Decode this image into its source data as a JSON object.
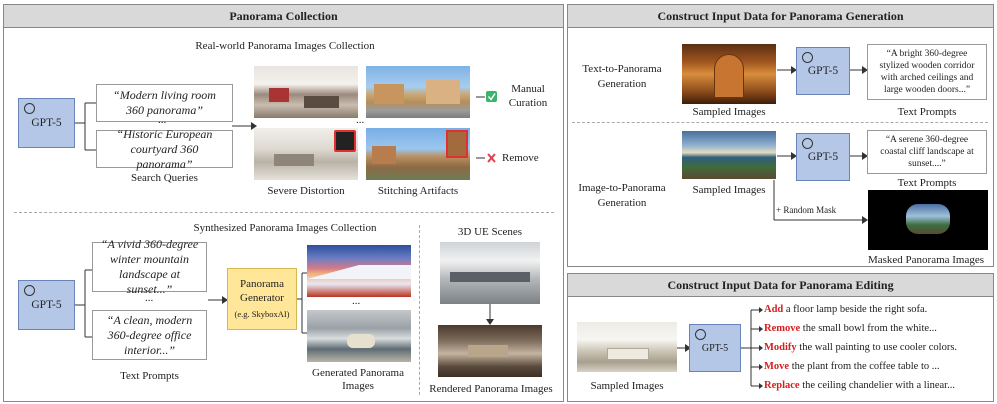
{
  "collection": {
    "title": "Panorama Collection",
    "real_world_title": "Real-world Panorama Images Collection",
    "gpt_label": "GPT-5",
    "queries": [
      "“Modern living room 360 panorama”",
      "“Historic European courtyard 360 panorama”"
    ],
    "ellipsis": "...",
    "search_queries_label": "Search Queries",
    "manual_curation": "Manual Curation",
    "remove": "Remove",
    "severe_distortion": "Severe Distortion",
    "stitching_artifacts": "Stitching Artifacts",
    "synth_title": "Synthesized Panorama Images Collection",
    "synth_prompts": [
      "“A vivid 360-degree winter mountain landscape at sunset...”",
      "“A clean, modern 360-degree office interior...”"
    ],
    "text_prompts_label": "Text Prompts",
    "generator_label": "Panorama Generator",
    "generator_sub": "(e.g. SkyboxAI)",
    "generated_label": "Generated Panorama Images",
    "ue_label": "3D UE Scenes",
    "rendered_label": "Rendered Panorama Images"
  },
  "generation": {
    "title": "Construct Input Data for Panorama Generation",
    "t2p_label": "Text-to-Panorama Generation",
    "i2p_label": "Image-to-Panorama Generation",
    "sampled_images": "Sampled Images",
    "gpt_label": "GPT-5",
    "t2p_prompt": "“A bright 360-degree stylized wooden corridor with arched ceilings and large wooden doors...”",
    "i2p_prompt": "“A serene 360-degree coastal cliff landscape at sunset....”",
    "text_prompts": "Text Prompts",
    "random_mask": "+ Random Mask",
    "masked_label": "Masked Panorama Images"
  },
  "editing": {
    "title": "Construct Input Data for Panorama Editing",
    "sampled_images": "Sampled Images",
    "gpt_label": "GPT-5",
    "instructions": [
      {
        "verb": "Add",
        "rest": " a floor lamp beside the right sofa."
      },
      {
        "verb": "Remove",
        "rest": " the small bowl from the white..."
      },
      {
        "verb": "Modify",
        "rest": " the wall painting to use cooler colors."
      },
      {
        "verb": "Move",
        "rest": " the plant from the coffee table to ..."
      },
      {
        "verb": "Replace",
        "rest": " the ceiling chandelier with a linear..."
      }
    ]
  },
  "colors": {
    "gpt_fill": "#b4c7e7",
    "generator_fill": "#ffe699",
    "verb_red": "#d42020",
    "check_green": "#3bb36a",
    "cross_red": "#e04050"
  }
}
